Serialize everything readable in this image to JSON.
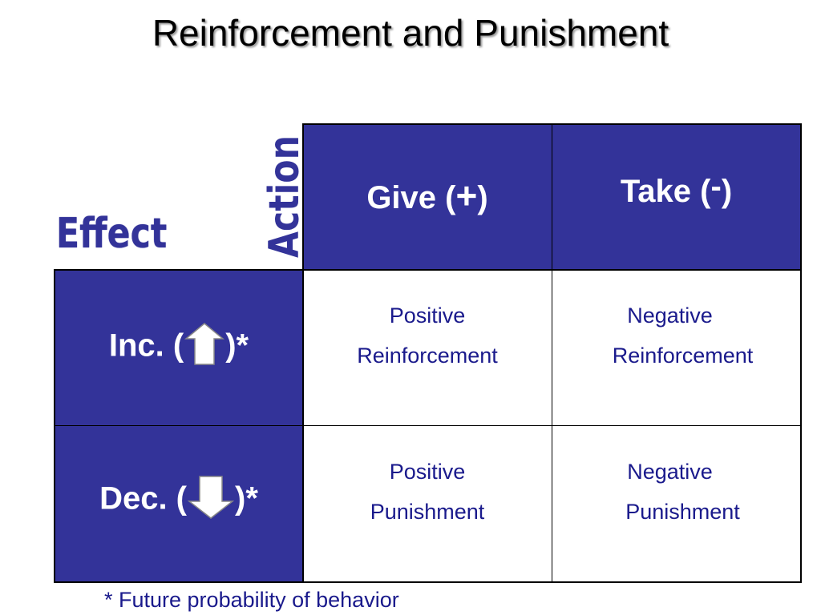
{
  "title": "Reinforcement and Punishment",
  "labels": {
    "effect": "Effect",
    "action": "Action"
  },
  "columns": {
    "give_prefix": "Give (",
    "give_symbol": "+",
    "give_suffix": ")",
    "take_prefix": "Take (",
    "take_symbol": "-",
    "take_suffix": ")"
  },
  "rows": {
    "inc_prefix": "Inc. (",
    "inc_suffix": ")*",
    "dec_prefix": "Dec. (",
    "dec_suffix": ")*"
  },
  "cells": {
    "pos_reinf_line1": "Positive",
    "pos_reinf_line2": "Reinforcement",
    "neg_reinf_line1": "Negative",
    "neg_reinf_line2": "Reinforcement",
    "pos_pun_line1": "Positive",
    "pos_pun_line2": "Punishment",
    "neg_pun_line1": "Negative",
    "neg_pun_line2": "Punishment"
  },
  "footnote": "* Future probability of behavior",
  "colors": {
    "header_blue": "#333399",
    "cell_text": "#1a1a8c"
  }
}
